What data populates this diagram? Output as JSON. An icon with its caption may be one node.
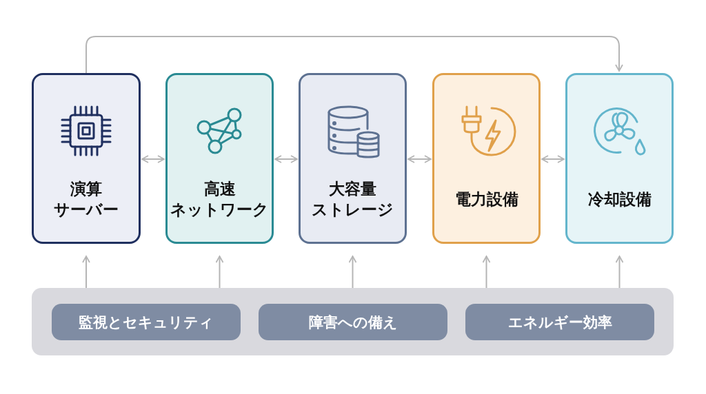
{
  "diagram": {
    "nodes": [
      {
        "text": [
          "演算サーバー"
        ]
      },
      {
        "text": [
          "高速ネットワーク"
        ]
      },
      {
        "text": [
          "大容量ストレージ"
        ]
      },
      {
        "text": [
          "電力設備"
        ]
      },
      {
        "text": [
          "冷却設備"
        ]
      },
      {
        "text": [],
        "shape": "box"
      },
      {
        "text": [
          "監視とセキュリティ"
        ],
        "in": 5
      },
      {
        "text": [
          "障害への備え"
        ],
        "in": 5
      },
      {
        "text": [
          "エネルギー効率"
        ],
        "in": 5
      }
    ],
    "edges": [
      {
        "from": 0,
        "to": 1,
        "arrow": "both"
      },
      {
        "from": 1,
        "to": 2,
        "arrow": "both"
      },
      {
        "from": 2,
        "to": 3,
        "arrow": "both"
      },
      {
        "from": 3,
        "to": 4,
        "arrow": "both"
      },
      {
        "from": 0,
        "to": 4,
        "arrow": "to"
      },
      {
        "from": 5,
        "to": 0,
        "arrow": "to"
      },
      {
        "from": 5,
        "to": 1,
        "arrow": "to"
      },
      {
        "from": 5,
        "to": 2,
        "arrow": "to"
      },
      {
        "from": 5,
        "to": 3,
        "arrow": "to"
      },
      {
        "from": 5,
        "to": 4,
        "arrow": "to"
      }
    ]
  }
}
